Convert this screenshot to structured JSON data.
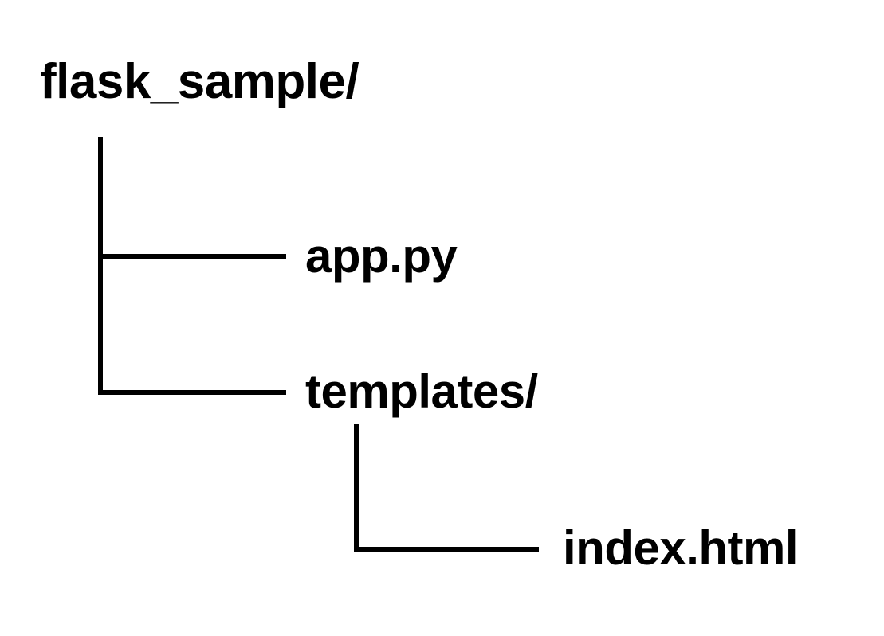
{
  "diagram": {
    "type": "directory-tree",
    "title": "flask_sample project structure",
    "background_color": "#ffffff",
    "line_color": "#000000",
    "text_color": "#000000"
  },
  "tree": {
    "root": {
      "label": "flask_sample/",
      "kind": "directory"
    },
    "children": [
      {
        "label": "app.py",
        "kind": "file",
        "connector": "tee",
        "depth": 1
      },
      {
        "label": "templates/",
        "kind": "directory",
        "connector": "elbow",
        "depth": 1,
        "children": [
          {
            "label": "index.html",
            "kind": "file",
            "connector": "elbow",
            "depth": 2
          }
        ]
      }
    ]
  }
}
